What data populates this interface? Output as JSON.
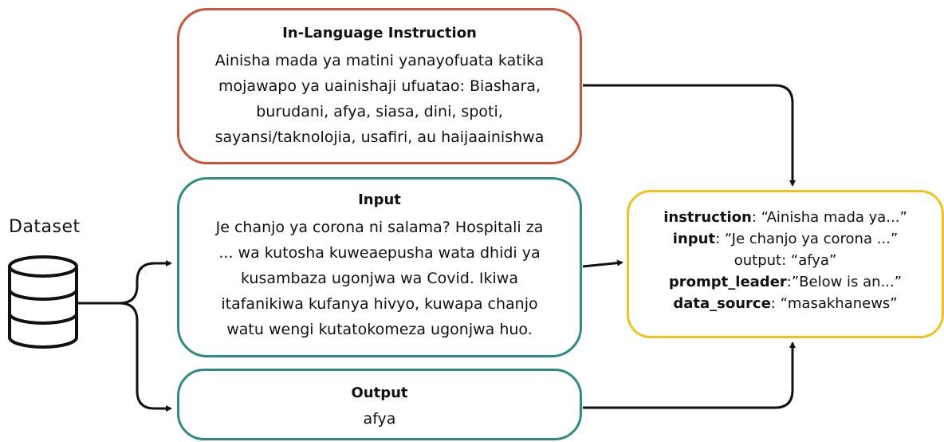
{
  "dataset": {
    "label": "Dataset"
  },
  "instruction": {
    "title": "In-Language Instruction",
    "lines": [
      "Ainisha mada ya matini yanayofuata katika",
      "mojawapo ya uainishaji ufuatao: Biashara,",
      "burudani, afya, siasa, dini, spoti,",
      "sayansi/taknolojia, usafiri, au haijaainishwa"
    ]
  },
  "input": {
    "title": "Input",
    "lines": [
      "Je chanjo ya corona ni salama? Hospitali za",
      "... wa kutosha kuweaepusha wata dhidi ya",
      "kusambaza ugonjwa wa Covid. Ikiwa",
      "itafanikiwa kufanya hivyo, kuwapa chanjo",
      "watu wengi kutatokomeza ugonjwa huo."
    ]
  },
  "output": {
    "title": "Output",
    "value": "afya"
  },
  "result": {
    "rows": [
      {
        "key": "instruction",
        "value": ": “Ainisha mada ya...”"
      },
      {
        "key": "input",
        "value": ": “Je chanjo ya corona ...”"
      },
      {
        "key": "output",
        "value": ": “afya”"
      },
      {
        "key": "prompt_leader",
        "value": ":”Below is an...”"
      },
      {
        "key": "data_source",
        "value": ": “masakhanews”"
      }
    ]
  },
  "colors": {
    "instruction_border": "#c9553a",
    "input_border": "#2f8a83",
    "output_border": "#2f8a83",
    "result_border": "#f2c21b",
    "arrow": "#111111"
  }
}
